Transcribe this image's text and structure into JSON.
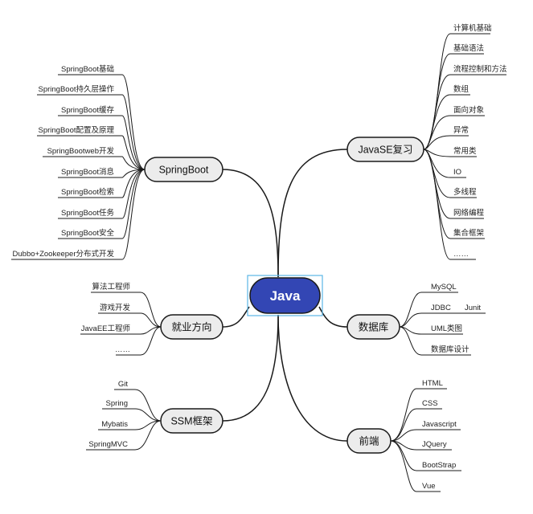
{
  "root": {
    "label": "Java",
    "fill": "#3346b4",
    "selection_color": "#5bb6e6"
  },
  "branches": {
    "javase": {
      "label": "JavaSE复习",
      "leaves": [
        "计算机基础",
        "基础语法",
        "流程控制和方法",
        "数组",
        "面向对象",
        "异常",
        "常用类",
        "IO",
        "多线程",
        "网络编程",
        "集合框架",
        "……"
      ]
    },
    "springboot": {
      "label": "SpringBoot",
      "leaves": [
        "SpringBoot基础",
        "SpringBoot持久层操作",
        "SpringBoot缓存",
        "SpringBoot配置及原理",
        "SpringBootweb开发",
        "SpringBoot消息",
        "SpringBoot检索",
        "SpringBoot任务",
        "SpringBoot安全",
        "Dubbo+Zookeeper分布式开发"
      ]
    },
    "database": {
      "label": "数据库",
      "leaves": [
        "MySQL",
        "JDBC",
        "UML类图",
        "数据库设计"
      ],
      "subleaf": "Junit"
    },
    "career": {
      "label": "就业方向",
      "leaves": [
        "算法工程师",
        "游戏开发",
        "JavaEE工程师",
        "……"
      ]
    },
    "ssm": {
      "label": "SSM框架",
      "leaves": [
        "Git",
        "Spring",
        "Mybatis",
        "SpringMVC"
      ]
    },
    "frontend": {
      "label": "前端",
      "leaves": [
        "HTML",
        "CSS",
        "Javascript",
        "JQuery",
        "BootStrap",
        "Vue"
      ]
    }
  },
  "colors": {
    "line": "#1a1a1a",
    "topic_fill": "#ececec",
    "topic_stroke": "#1a1a1a"
  }
}
